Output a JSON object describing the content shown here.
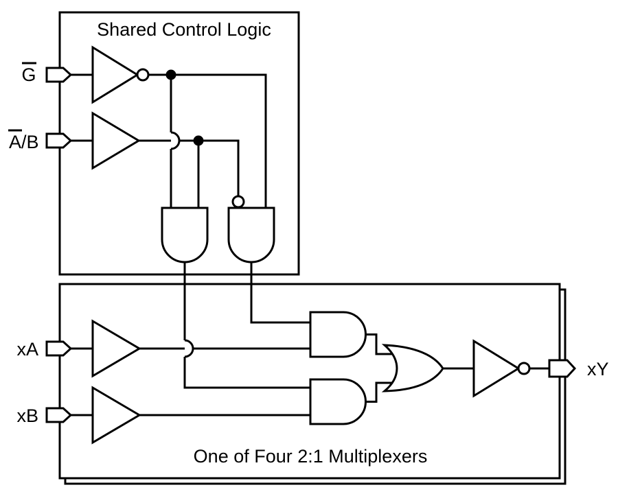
{
  "colors": {
    "line": "#000000",
    "background": "#ffffff"
  },
  "control_block": {
    "title": "Shared Control Logic",
    "inputs": [
      {
        "label": "G",
        "overline": "G"
      },
      {
        "label": "A/B",
        "overline": "A"
      }
    ],
    "gates": [
      {
        "type": "inverter",
        "for_input": "G"
      },
      {
        "type": "buffer",
        "for_input": "A/B"
      },
      {
        "type": "and2"
      },
      {
        "type": "and2-with-inverted-input"
      }
    ]
  },
  "mux_block": {
    "title": "One of Four 2:1 Multiplexers",
    "inputs": [
      {
        "label": "xA"
      },
      {
        "label": "xB"
      }
    ],
    "output": {
      "label": "xY"
    },
    "gates": [
      {
        "type": "buffer",
        "for_input": "xA"
      },
      {
        "type": "buffer",
        "for_input": "xB"
      },
      {
        "type": "and2"
      },
      {
        "type": "and2"
      },
      {
        "type": "or2"
      },
      {
        "type": "inverter",
        "for_output": "xY"
      }
    ],
    "stacked_sheets": 2
  }
}
